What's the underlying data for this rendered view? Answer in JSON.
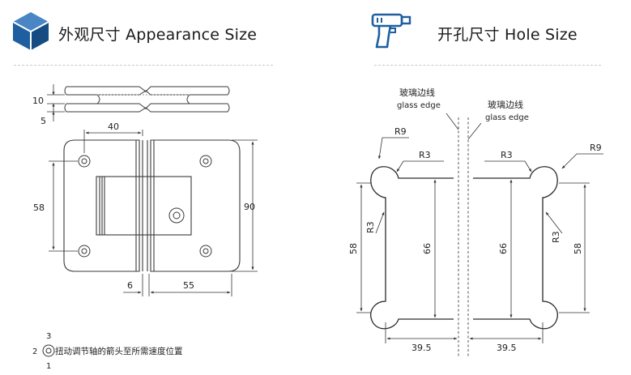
{
  "appearance": {
    "title": "外观尺寸 Appearance Size",
    "icon": "cube-icon",
    "dimensions": {
      "glass_thickness": "10",
      "gap": "5",
      "hinge_half_width": "40",
      "hole_spacing": "58",
      "plate_height": "90",
      "leaf_offset": "6",
      "leaf_width": "55"
    },
    "adjust_note": {
      "positions": [
        "3",
        "2",
        "1"
      ],
      "text": "扭动调节轴的箭头至所需速度位置"
    }
  },
  "hole": {
    "title": "开孔尺寸 Hole Size",
    "icon": "drill-icon",
    "glass_edge_cn": "玻璃边线",
    "glass_edge_en": "glass edge",
    "dimensions": {
      "corner_radius_large": "R9",
      "corner_radius_small": "R3",
      "inner_radius": "R3",
      "cutout_height": "58",
      "slot_height": "66",
      "cutout_width": "39.5"
    }
  },
  "colors": {
    "icon_blue": "#1f5f9f",
    "line": "#3a3a3a",
    "divider": "#c8c8c8"
  }
}
